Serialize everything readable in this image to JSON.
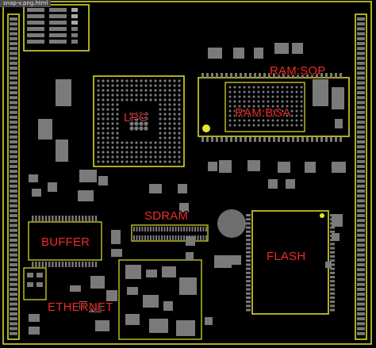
{
  "window": {
    "title": "snap-v.png.html"
  },
  "labels": {
    "lpc": "LPC",
    "ram_sop": "RAM:SOP",
    "ram_bga": "RAM:BGA",
    "sdram": "SDRAM",
    "buffer": "BUFFER",
    "flash": "FLASH",
    "ethernet": "ETHERNET"
  },
  "colors": {
    "background": "#000000",
    "outline": "#e6e62a",
    "pad": "#7a7a7a",
    "pad_light": "#a8a8a8",
    "label": "#f02a2a"
  }
}
